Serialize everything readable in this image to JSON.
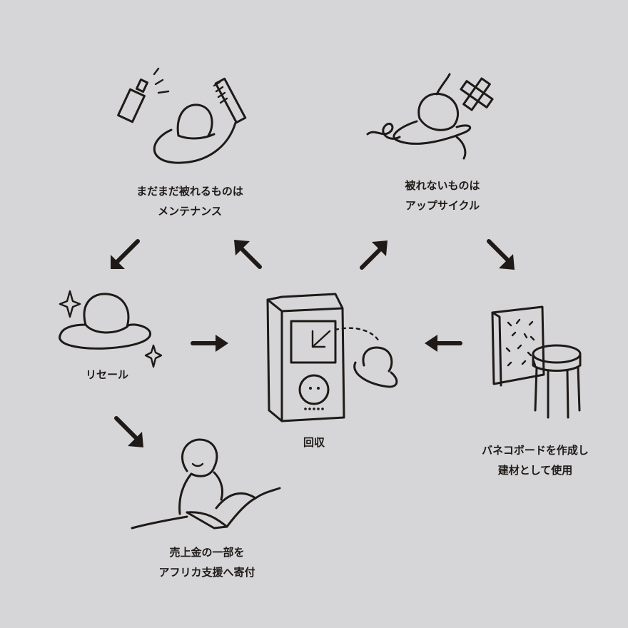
{
  "nodes": {
    "maintenance": {
      "line1": "まだまだ被れるものは",
      "line2": "メンテナンス"
    },
    "upcycle": {
      "line1": "被れないものは",
      "line2": "アップサイクル"
    },
    "resale": {
      "line1": "リセール"
    },
    "collection": {
      "line1": "回収"
    },
    "building_material": {
      "line1": "バネコボードを作成し",
      "line2": "建材として使用"
    },
    "donation": {
      "line1": "売上金の一部を",
      "line2": "アフリカ支援へ寄付"
    }
  },
  "colors": {
    "background": "#d6d6d8",
    "ink": "#1f1a17"
  },
  "icons": [
    "spray-brush-hat-icon",
    "torn-hat-icon",
    "sparkle-hat-icon",
    "collection-box-icon",
    "board-stool-icon",
    "reading-person-icon",
    "arrow-icon"
  ]
}
